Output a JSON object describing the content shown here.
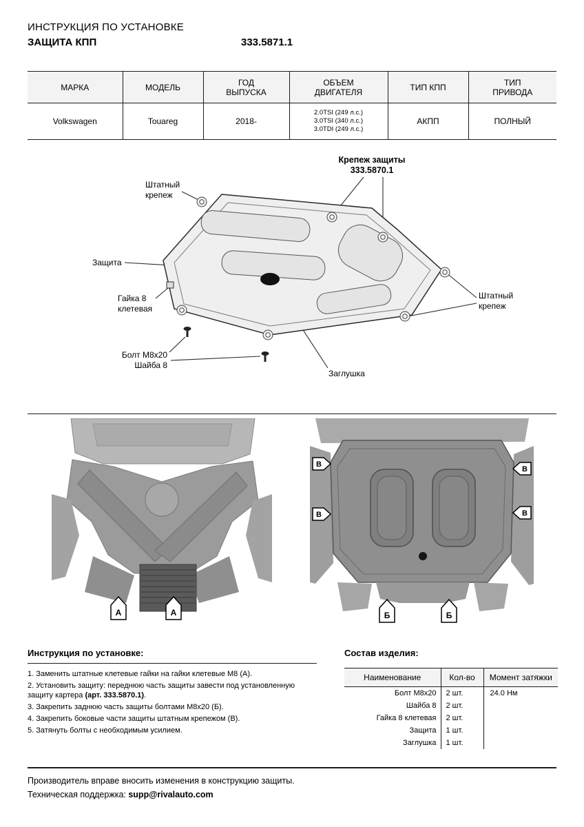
{
  "header": {
    "doc_type": "ИНСТРУКЦИЯ ПО УСТАНОВКЕ",
    "product": "ЗАЩИТА КПП",
    "part_number": "333.5871.1"
  },
  "spec_table": {
    "col_brand": "МАРКА",
    "col_model": "МОДЕЛЬ",
    "col_year": "ГОД\nВЫПУСКА",
    "col_engine": "ОБЪЕМ\nДВИГАТЕЛЯ",
    "col_gearbox": "ТИП КПП",
    "col_drive": "ТИП\nПРИВОДА",
    "brand": "Volkswagen",
    "model": "Touareg",
    "year": "2018-",
    "engines": "2.0TSI (249 л.с.)\n3.0TSI (340 л.с.)\n3.0TDI (249 л.с.)",
    "gearbox": "АКПП",
    "drive": "ПОЛНЫЙ"
  },
  "diagram": {
    "labels": {
      "fastener_kit": "Крепеж защиты\n333.5870.1",
      "factory_mount_left": "Штатный\nкрепеж",
      "shield": "Защита",
      "cage_nut": "Гайка 8\nклетевая",
      "bolt_washer": "Болт М8х20\nШайба 8",
      "plug": "Заглушка",
      "factory_mount_right": "Штатный\nкрепеж"
    }
  },
  "photos": {
    "marker_a": "А",
    "marker_b": "Б",
    "marker_v": "В"
  },
  "instructions": {
    "title": "Инструкция по установке:",
    "steps": [
      {
        "pre": "1. Заменить штатные клетевые гайки на гайки клетевые М8 (А).",
        "bold": "",
        "post": ""
      },
      {
        "pre": "2. Установить защиту: переднюю часть защиты завести под установленную защиту картера ",
        "bold": "(арт. 333.5870.1)",
        "post": "."
      },
      {
        "pre": "3. Закрепить заднюю часть защиты болтами М8х20 (Б).",
        "bold": "",
        "post": ""
      },
      {
        "pre": "4. Закрепить боковые части защиты штатным крепежом (В).",
        "bold": "",
        "post": ""
      },
      {
        "pre": "5. Затянуть болты с необходимым усилием.",
        "bold": "",
        "post": ""
      }
    ]
  },
  "components": {
    "title": "Состав изделия:",
    "col_name": "Наименование",
    "col_qty": "Кол-во",
    "col_torque": "Момент затяжки",
    "rows": [
      {
        "name": "Болт М8х20",
        "qty": "2 шт.",
        "torque": "24.0 Нм"
      },
      {
        "name": "Шайба 8",
        "qty": "2 шт.",
        "torque": ""
      },
      {
        "name": "Гайка 8 клетевая",
        "qty": "2 шт.",
        "torque": ""
      },
      {
        "name": "Защита",
        "qty": "1 шт.",
        "torque": ""
      },
      {
        "name": "Заглушка",
        "qty": "1 шт.",
        "torque": ""
      }
    ]
  },
  "footer": {
    "line1": "Производитель вправе вносить изменения в конструкцию защиты.",
    "support_label": "Техническая поддержка: ",
    "email": "supp@rivalauto.com"
  }
}
